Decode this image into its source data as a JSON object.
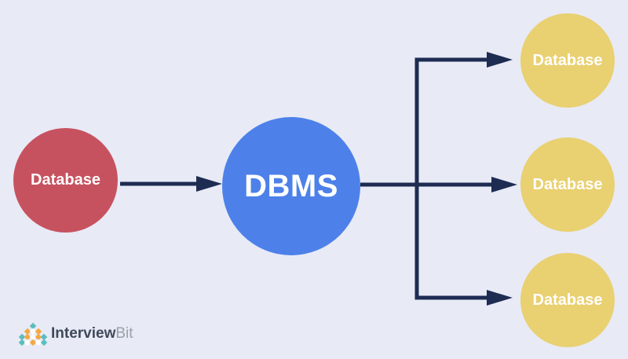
{
  "canvas": {
    "background": "#e8eaf6"
  },
  "diagram": {
    "source_node": {
      "label": "Database",
      "fill": "#c7525f"
    },
    "hub_node": {
      "label": "DBMS",
      "fill": "#4d81e9"
    },
    "target_nodes": [
      {
        "label": "Database",
        "fill": "#e9d071"
      },
      {
        "label": "Database",
        "fill": "#e9d071"
      },
      {
        "label": "Database",
        "fill": "#e9d071"
      }
    ],
    "node_text_color": "#ffffff",
    "arrow_color": "#1e2c52"
  },
  "footer": {
    "logo": {
      "brand_primary": "Interview",
      "brand_secondary": "Bit",
      "primary_text_color": "#3f4a59",
      "secondary_text_color": "#99a1a9",
      "mark_colors": {
        "teal": "#5abdbf",
        "orange": "#f3a844",
        "white": "#ffffff"
      }
    }
  }
}
